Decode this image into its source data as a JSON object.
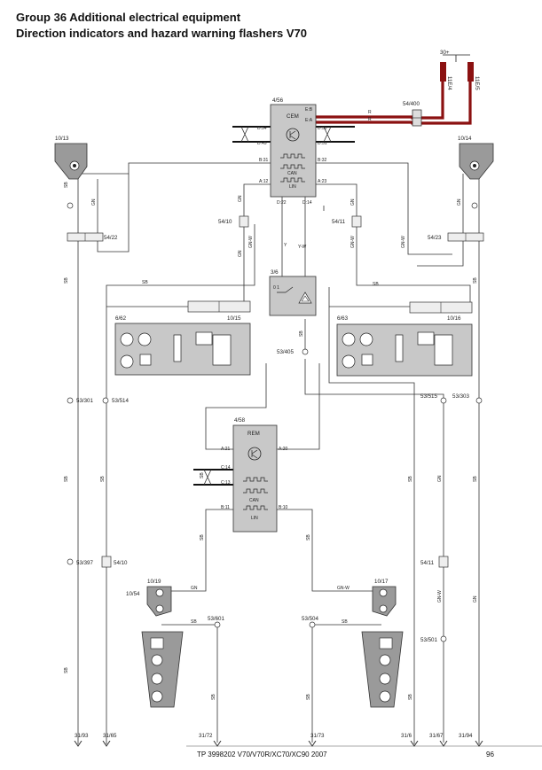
{
  "title_line1": "Group 36 Additional electrical equipment",
  "title_line2": "Direction indicators and hazard warning flashers V70",
  "footer_ref": "TP 3998202 V70/V70R/XC70/XC90 2007",
  "footer_page": "96",
  "modules": {
    "cem": {
      "id": "4/56",
      "name": "CEM",
      "bus1": "CAN",
      "bus2": "LIN"
    },
    "rem": {
      "id": "4/58",
      "name": "REM",
      "bus1": "CAN",
      "bus2": "LIN"
    }
  },
  "labels": {
    "lamp_front_left": "10/13",
    "lamp_front_right": "10/14",
    "fuse_src": "30+",
    "fuse_a": "11E/4",
    "fuse_b": "11E/5",
    "conn_cem_in": "54/400",
    "conn_left": "54/22",
    "conn_right": "54/23",
    "conn_l10": "54/10",
    "conn_l11": "54/11",
    "switch": "3/6",
    "ground_405": "53/405",
    "mirror_left": "6/62",
    "mirror_right": "6/63",
    "mirror_lamp_left": "10/15",
    "mirror_lamp_right": "10/16",
    "g_301": "53/301",
    "g_514": "53/514",
    "g_515": "53/515",
    "g_303": "53/303",
    "g_397": "53/397",
    "conn_lower_l": "54/10",
    "conn_lower_r": "54/11",
    "lamp_side_left": "10/19",
    "lamp_rear_left": "10/54",
    "lamp_side_right": "10/17",
    "g_601": "53/601",
    "g_504": "53/504",
    "g_501": "53/501",
    "gnd_93": "31/93",
    "gnd_65": "31/65",
    "gnd_72": "31/72",
    "gnd_73": "31/73",
    "gnd_6": "31/6",
    "gnd_67": "31/67",
    "gnd_94": "31/94"
  },
  "pins": {
    "cem_eb": "E:B",
    "cem_ea": "E:A",
    "cem_d34": "D:34",
    "cem_d45": "D:45",
    "cem_d50": "D:50",
    "cem_d51": "D:51",
    "cem_b31": "B:31",
    "cem_b32": "B:32",
    "cem_a12": "A:12",
    "cem_a23": "A:23",
    "cem_d22": "D:22",
    "cem_d14": "D:14",
    "rem_a21": "A:21",
    "rem_a20": "A:20",
    "rem_c14": "C:14",
    "rem_c13": "C:13",
    "rem_b11": "B:11",
    "rem_b10": "B:10",
    "sw_01": "0 1"
  },
  "wire_colors": {
    "gn": "GN",
    "sb": "SB",
    "gnw": "GN-W",
    "y": "Y",
    "yw": "Y-W",
    "r": "R"
  },
  "colors": {
    "supply_wire": "#8b1111",
    "module_fill": "#c8c8c8",
    "lamp_fill": "#9a9a9a"
  }
}
